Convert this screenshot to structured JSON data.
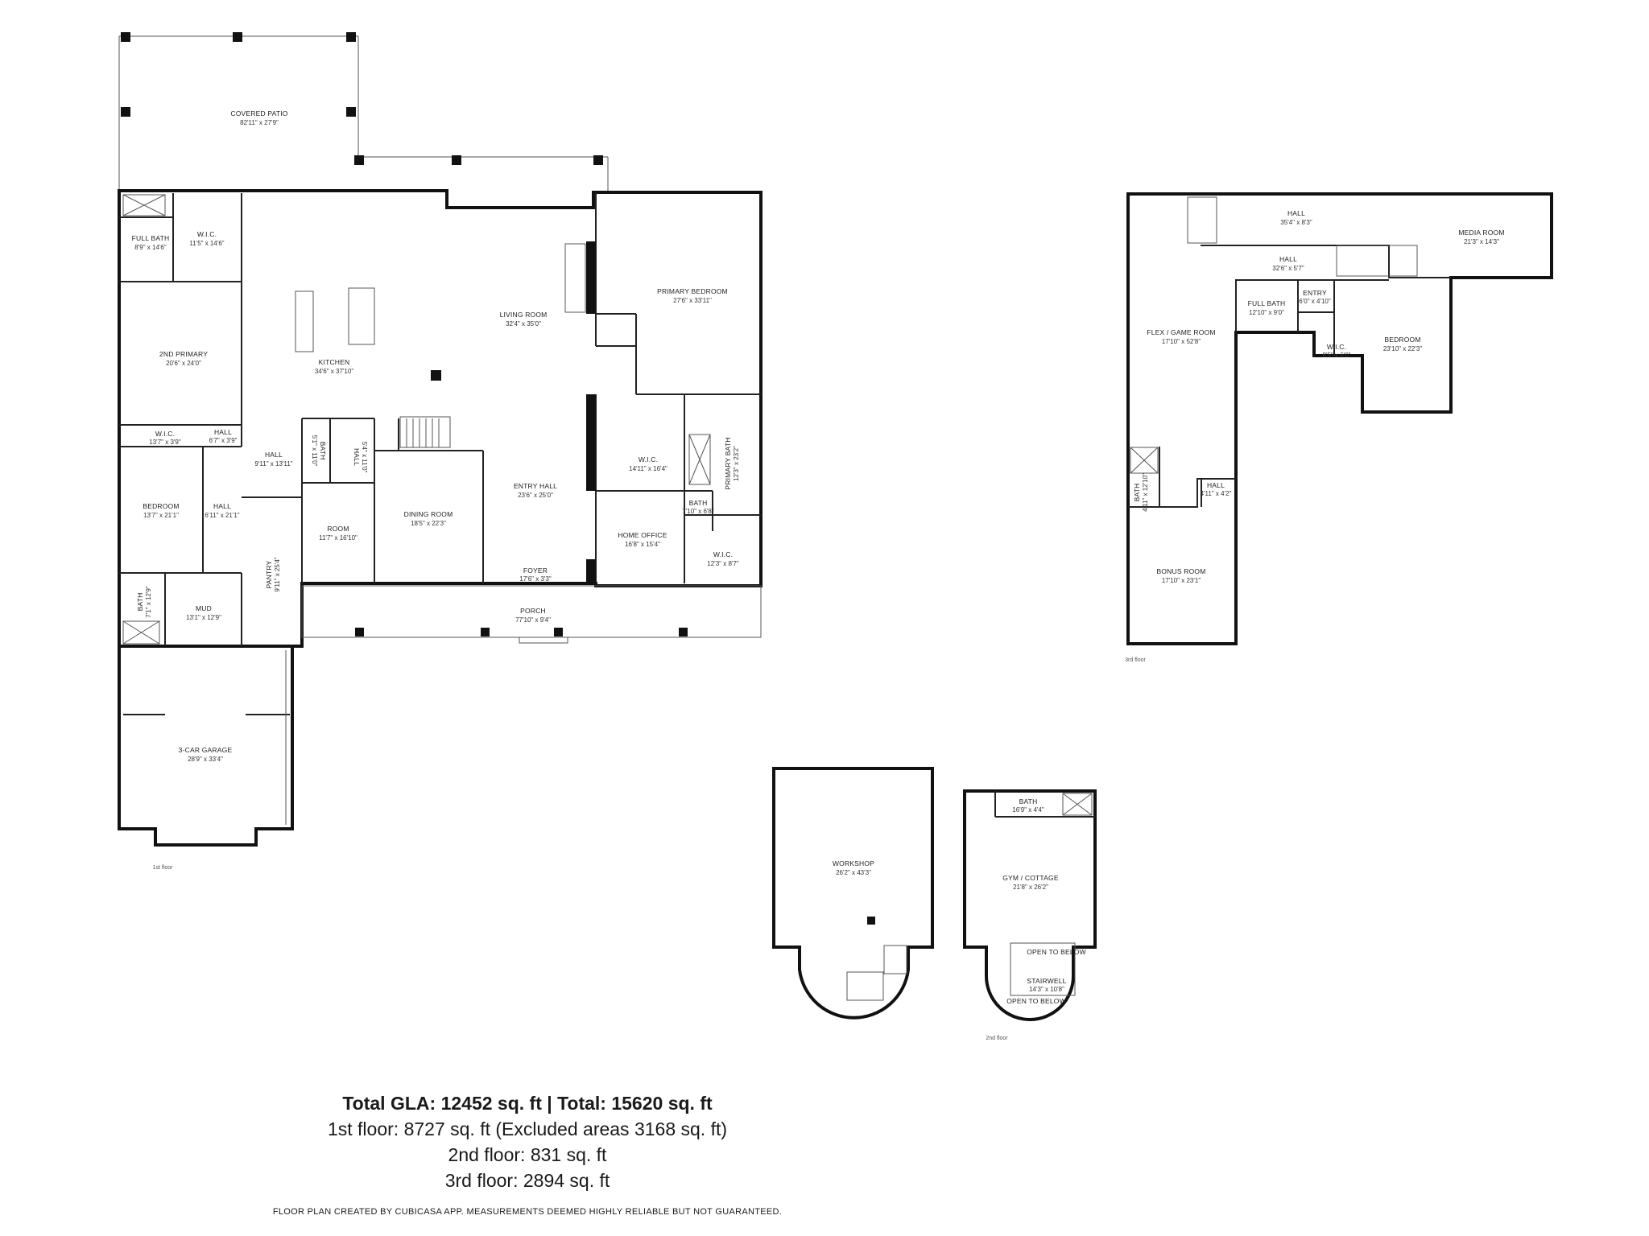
{
  "rooms": {
    "covered_patio": {
      "name": "COVERED PATIO",
      "dim": "82'11\" x 27'9\""
    },
    "full_bath_1": {
      "name": "FULL BATH",
      "dim": "8'9\" x 14'6\""
    },
    "wic_1": {
      "name": "W.I.C.",
      "dim": "11'5\" x 14'6\""
    },
    "second_primary": {
      "name": "2ND PRIMARY",
      "dim": "20'6\" x 24'0\""
    },
    "kitchen": {
      "name": "KITCHEN",
      "dim": "34'6\" x 37'10\""
    },
    "living_room": {
      "name": "LIVING ROOM",
      "dim": "32'4\" x 35'0\""
    },
    "primary_bedroom": {
      "name": "PRIMARY BEDROOM",
      "dim": "27'6\" x 33'11\""
    },
    "wic_2": {
      "name": "W.I.C.",
      "dim": "13'7\" x 3'9\""
    },
    "hall_1": {
      "name": "HALL",
      "dim": "6'7\" x 3'9\""
    },
    "hall_2": {
      "name": "HALL",
      "dim": "9'11\" x 13'11\""
    },
    "bath_small": {
      "name": "BATH",
      "dim": "5'1\" x 11'0\""
    },
    "hall_3": {
      "name": "HALL",
      "dim": "5'4\" x 11'0\""
    },
    "wic_3": {
      "name": "W.I.C.",
      "dim": "14'11\" x 16'4\""
    },
    "primary_bath": {
      "name": "PRIMARY BATH",
      "dim": "12'3\" x 23'2\""
    },
    "bedroom_1": {
      "name": "BEDROOM",
      "dim": "13'7\" x 21'1\""
    },
    "hall_4": {
      "name": "HALL",
      "dim": "6'11\" x 21'1\""
    },
    "room": {
      "name": "ROOM",
      "dim": "11'7\" x 16'10\""
    },
    "dining_room": {
      "name": "DINING ROOM",
      "dim": "18'5\" x 22'3\""
    },
    "entry_hall": {
      "name": "ENTRY HALL",
      "dim": "23'6\" x 25'0\""
    },
    "home_office": {
      "name": "HOME OFFICE",
      "dim": "16'8\" x 15'4\""
    },
    "bath_2": {
      "name": "BATH",
      "dim": "7'10\" x 6'8\""
    },
    "wic_4": {
      "name": "W.I.C.",
      "dim": "12'3\" x 8'7\""
    },
    "pantry": {
      "name": "PANTRY",
      "dim": "9'11\" x 25'4\""
    },
    "bath_3": {
      "name": "BATH",
      "dim": "7'1\" x 12'9\""
    },
    "mud": {
      "name": "MUD",
      "dim": "13'1\" x 12'9\""
    },
    "foyer": {
      "name": "FOYER",
      "dim": "17'6\" x 3'3\""
    },
    "porch": {
      "name": "PORCH",
      "dim": "77'10\" x 9'4\""
    },
    "garage": {
      "name": "3-CAR GARAGE",
      "dim": "28'9\" x 33'4\""
    },
    "hall_top": {
      "name": "HALL",
      "dim": "35'4\" x 8'3\""
    },
    "media_room": {
      "name": "MEDIA ROOM",
      "dim": "21'3\" x 14'3\""
    },
    "hall_mid": {
      "name": "HALL",
      "dim": "32'6\" x 5'7\""
    },
    "full_bath_3": {
      "name": "FULL BATH",
      "dim": "12'10\" x 9'0\""
    },
    "entry": {
      "name": "ENTRY",
      "dim": "6'0\" x 4'10\""
    },
    "flex_game": {
      "name": "FLEX / GAME ROOM",
      "dim": "17'10\" x 52'8\""
    },
    "bedroom_3": {
      "name": "BEDROOM",
      "dim": "23'10\" x 22'3\""
    },
    "wic_5": {
      "name": "W.I.C.",
      "dim": "8'5\" x 6'0\""
    },
    "bath_4": {
      "name": "BATH",
      "dim": "4'11\" x 12'10\""
    },
    "hall_5": {
      "name": "HALL",
      "dim": "4'11\" x 4'2\""
    },
    "bonus_room": {
      "name": "BONUS ROOM",
      "dim": "17'10\" x 23'1\""
    },
    "workshop": {
      "name": "WORKSHOP",
      "dim": "26'2\" x 43'3\""
    },
    "bath_5": {
      "name": "BATH",
      "dim": "16'9\" x 4'4\""
    },
    "gym_cottage": {
      "name": "GYM / COTTAGE",
      "dim": "21'8\" x 26'2\""
    },
    "open_below_1": {
      "name": "OPEN TO BELOW"
    },
    "stairwell": {
      "name": "STAIRWELL",
      "dim": "14'3\" x 10'8\""
    },
    "open_below_2": {
      "name": "OPEN TO BELOW"
    }
  },
  "floor_labels": {
    "first": "1st floor",
    "second": "2nd floor",
    "third": "3rd floor"
  },
  "totals": {
    "headline": "Total GLA: 12452 sq. ft | Total: 15620 sq. ft",
    "first_floor": "1st floor: 8727 sq. ft (Excluded areas 3168 sq. ft)",
    "second_floor": "2nd floor: 831 sq. ft",
    "third_floor": "3rd floor: 2894 sq. ft"
  },
  "disclaimer": "FLOOR PLAN CREATED BY CUBICASA APP. MEASUREMENTS DEEMED HIGHLY RELIABLE BUT NOT GUARANTEED."
}
